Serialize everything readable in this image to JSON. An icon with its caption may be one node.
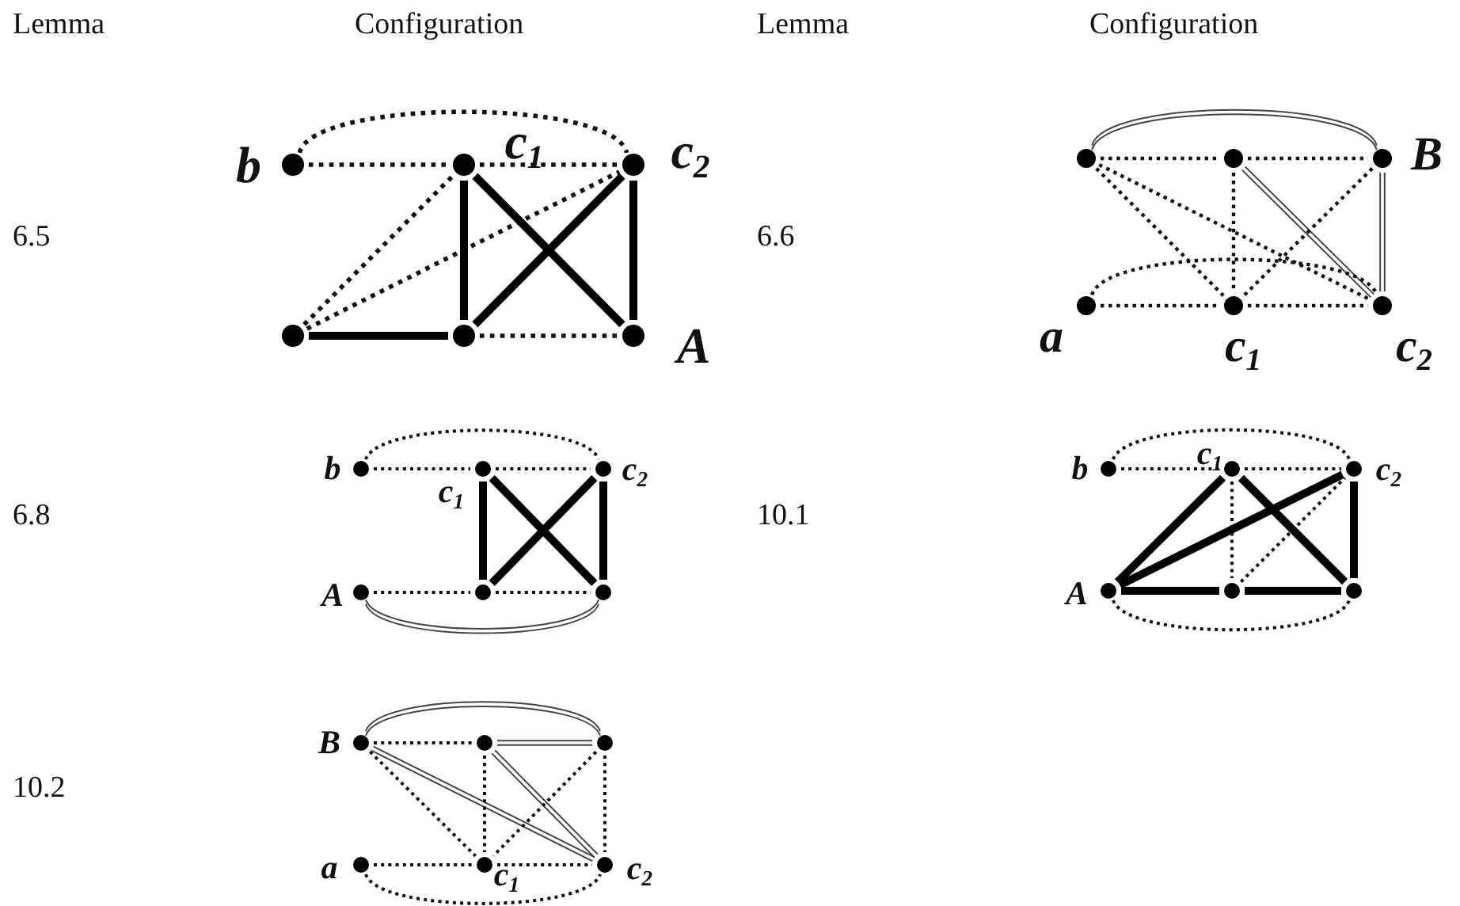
{
  "diagram": {
    "nodes": [
      {
        "text": [],
        "shape": "circle",
        "beside": [
          "b"
        ]
      },
      {
        "text": [],
        "shape": "circle",
        "beside": [
          "c$_{1}$"
        ]
      },
      {
        "text": [],
        "shape": "circle",
        "beside": [
          "c$_{2}$"
        ]
      },
      {
        "text": [],
        "shape": "circle"
      },
      {
        "text": [],
        "shape": "circle"
      },
      {
        "text": [],
        "shape": "circle",
        "beside": [
          "A"
        ]
      },
      {
        "text": [],
        "shape": "circle"
      },
      {
        "text": [],
        "shape": "circle"
      },
      {
        "text": [],
        "shape": "circle",
        "beside": [
          "B"
        ]
      },
      {
        "text": [],
        "shape": "circle",
        "beside": [
          "a"
        ]
      },
      {
        "text": [],
        "shape": "circle",
        "beside": [
          "c$_{1}$"
        ]
      },
      {
        "text": [],
        "shape": "circle",
        "beside": [
          "c$_{2}$"
        ]
      },
      {
        "text": [],
        "shape": "circle",
        "beside": [
          "b"
        ]
      },
      {
        "text": [],
        "shape": "circle",
        "beside": [
          "c$_{1}$"
        ]
      },
      {
        "text": [],
        "shape": "circle",
        "beside": [
          "c$_{2}$"
        ]
      },
      {
        "text": [],
        "shape": "circle",
        "beside": [
          "A"
        ]
      },
      {
        "text": [],
        "shape": "circle"
      },
      {
        "text": [],
        "shape": "circle"
      },
      {
        "text": [],
        "shape": "circle",
        "beside": [
          "b"
        ]
      },
      {
        "text": [],
        "shape": "circle",
        "beside": [
          "c$_{1}$"
        ]
      },
      {
        "text": [],
        "shape": "circle",
        "beside": [
          "c$_{2}$"
        ]
      },
      {
        "text": [],
        "shape": "circle",
        "beside": [
          "A"
        ]
      },
      {
        "text": [],
        "shape": "circle"
      },
      {
        "text": [],
        "shape": "circle"
      },
      {
        "text": [],
        "shape": "circle",
        "beside": [
          "B"
        ]
      },
      {
        "text": [],
        "shape": "circle"
      },
      {
        "text": [],
        "shape": "circle"
      },
      {
        "text": [],
        "shape": "circle",
        "beside": [
          "a"
        ]
      },
      {
        "text": [],
        "shape": "circle",
        "beside": [
          "c$_{1}$"
        ]
      },
      {
        "text": [],
        "shape": "circle",
        "beside": [
          "c$_{2}$"
        ]
      }
    ],
    "edges": [
      {
        "from": 0,
        "to": 2,
        "arrow": "none",
        "style": "dashed"
      },
      {
        "from": 0,
        "to": 1,
        "arrow": "none",
        "style": "dashed"
      },
      {
        "from": 1,
        "to": 2,
        "arrow": "none",
        "style": "dashed"
      },
      {
        "from": 3,
        "to": 1,
        "arrow": "none",
        "style": "dashed"
      },
      {
        "from": 3,
        "to": 2,
        "arrow": "none",
        "style": "dashed"
      },
      {
        "from": 1,
        "to": 4,
        "arrow": "none",
        "style": "thick"
      },
      {
        "from": 2,
        "to": 5,
        "arrow": "none",
        "style": "thick"
      },
      {
        "from": 1,
        "to": 5,
        "arrow": "none",
        "style": "thick"
      },
      {
        "from": 4,
        "to": 2,
        "arrow": "none",
        "style": "thick"
      },
      {
        "from": 3,
        "to": 4,
        "arrow": "none",
        "style": "thick"
      },
      {
        "from": 4,
        "to": 5,
        "arrow": "none",
        "style": "dashed"
      },
      {
        "from": 6,
        "to": 8,
        "arrow": "none"
      },
      {
        "from": 6,
        "to": 7,
        "arrow": "none",
        "style": "dashed"
      },
      {
        "from": 7,
        "to": 8,
        "arrow": "none",
        "style": "dashed"
      },
      {
        "from": 6,
        "to": 10,
        "arrow": "none",
        "style": "dashed"
      },
      {
        "from": 6,
        "to": 11,
        "arrow": "none",
        "style": "dashed"
      },
      {
        "from": 7,
        "to": 10,
        "arrow": "none",
        "style": "dashed"
      },
      {
        "from": 7,
        "to": 11,
        "arrow": "none"
      },
      {
        "from": 8,
        "to": 10,
        "arrow": "none",
        "style": "dashed"
      },
      {
        "from": 8,
        "to": 11,
        "arrow": "none"
      },
      {
        "from": 9,
        "to": 11,
        "arrow": "none",
        "style": "dashed"
      },
      {
        "from": 9,
        "to": 10,
        "arrow": "none",
        "style": "dashed"
      },
      {
        "from": 10,
        "to": 11,
        "arrow": "none",
        "style": "dashed"
      },
      {
        "from": 12,
        "to": 14,
        "arrow": "none",
        "style": "dashed"
      },
      {
        "from": 12,
        "to": 13,
        "arrow": "none",
        "style": "dashed"
      },
      {
        "from": 13,
        "to": 14,
        "arrow": "none",
        "style": "dashed"
      },
      {
        "from": 13,
        "to": 16,
        "arrow": "none",
        "style": "thick"
      },
      {
        "from": 14,
        "to": 17,
        "arrow": "none",
        "style": "thick"
      },
      {
        "from": 13,
        "to": 17,
        "arrow": "none",
        "style": "thick"
      },
      {
        "from": 14,
        "to": 16,
        "arrow": "none",
        "style": "thick"
      },
      {
        "from": 15,
        "to": 16,
        "arrow": "none",
        "style": "dashed"
      },
      {
        "from": 16,
        "to": 17,
        "arrow": "none",
        "style": "dashed"
      },
      {
        "from": 15,
        "to": 17,
        "arrow": "none"
      },
      {
        "from": 18,
        "to": 20,
        "arrow": "none",
        "style": "dashed"
      },
      {
        "from": 18,
        "to": 19,
        "arrow": "none",
        "style": "dashed"
      },
      {
        "from": 19,
        "to": 20,
        "arrow": "none",
        "style": "dashed"
      },
      {
        "from": 21,
        "to": 19,
        "arrow": "none",
        "style": "thick"
      },
      {
        "from": 21,
        "to": 20,
        "arrow": "none",
        "style": "thick"
      },
      {
        "from": 19,
        "to": 22,
        "arrow": "none",
        "style": "dashed"
      },
      {
        "from": 19,
        "to": 23,
        "arrow": "none",
        "style": "thick"
      },
      {
        "from": 22,
        "to": 20,
        "arrow": "none",
        "style": "dashed"
      },
      {
        "from": 20,
        "to": 23,
        "arrow": "none",
        "style": "thick"
      },
      {
        "from": 21,
        "to": 22,
        "arrow": "none",
        "style": "thick"
      },
      {
        "from": 22,
        "to": 23,
        "arrow": "none",
        "style": "thick"
      },
      {
        "from": 21,
        "to": 23,
        "arrow": "none",
        "style": "dashed"
      },
      {
        "from": 24,
        "to": 26,
        "arrow": "none"
      },
      {
        "from": 24,
        "to": 25,
        "arrow": "none",
        "style": "dashed"
      },
      {
        "from": 25,
        "to": 26,
        "arrow": "none"
      },
      {
        "from": 24,
        "to": 28,
        "arrow": "none",
        "style": "dashed"
      },
      {
        "from": 24,
        "to": 29,
        "arrow": "none"
      },
      {
        "from": 25,
        "to": 28,
        "arrow": "none",
        "style": "dashed"
      },
      {
        "from": 25,
        "to": 29,
        "arrow": "none"
      },
      {
        "from": 26,
        "to": 28,
        "arrow": "none",
        "style": "dashed"
      },
      {
        "from": 26,
        "to": 29,
        "arrow": "none",
        "style": "dashed"
      },
      {
        "from": 27,
        "to": 28,
        "arrow": "none",
        "style": "dashed"
      },
      {
        "from": 28,
        "to": 29,
        "arrow": "none",
        "style": "dashed"
      },
      {
        "from": 27,
        "to": 29,
        "arrow": "none",
        "style": "dashed"
      }
    ],
    "labels": [
      "Lemma",
      "Configuration",
      "Lemma",
      "Configuration",
      "6.5",
      "6.6",
      "6.8",
      "10.1",
      "10.2"
    ]
  }
}
